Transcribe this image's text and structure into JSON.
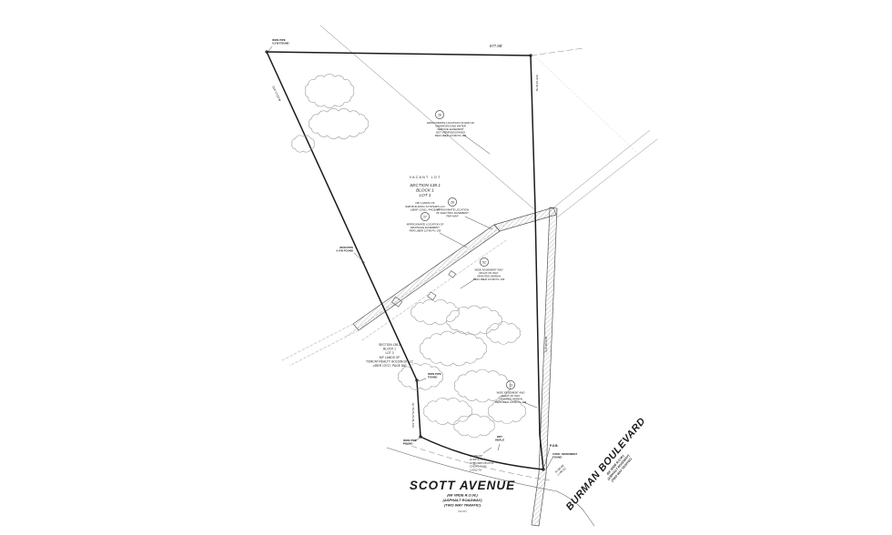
{
  "roads": {
    "scott": {
      "name": "SCOTT AVENUE",
      "row": "(66' WIDE R.O.W.)",
      "surface": "(ASPHALT ROADWAY)",
      "traffic": "(TWO WAY TRAFFIC)",
      "dim": "(50.00')"
    },
    "burman": {
      "name": "BURMAN BOULEVARD",
      "subs": [
        "(66' WIDE R.O.W.)",
        "(ASPHALT ROADWAY)",
        "(TWO WAY TRAFFIC)"
      ]
    }
  },
  "parcels": {
    "lot1": {
      "status": "VACANT LOT",
      "lines": [
        "SECTION 138.1",
        "BLOCK 1",
        "LOT 1"
      ],
      "owner": [
        "N/F LANDS OF",
        "S&B BUILDING SYSTEMS LLC",
        "LIBER 12911, PAGE 87"
      ]
    },
    "lot3": {
      "lines": [
        "SECTION 138.2",
        "BLOCK 1",
        "LOT 3",
        "N/F LANDS OF",
        "TOMCAT REALTY HOLDINGS LLC",
        "LIBER 13717, PAGE 840"
      ]
    }
  },
  "callouts": {
    "c26": {
      "num": "26",
      "lines": [
        "APPROXIMATE LOCATION OF END OF",
        "UNDERGROUND WATER",
        "SERVICE EASEMENT",
        "NOT VERIFIED/STAKED",
        "PER LIBER 12748 PG 139"
      ]
    },
    "c28": {
      "num": "28",
      "lines": [
        "APPROXIMATE LOCATION",
        "OF ELECTRIC EASEMENT",
        "PER MAP"
      ]
    },
    "c27": {
      "num": "27",
      "lines": [
        "APPROXIMATE LOCATION OF",
        "DRAINAGE EASEMENT",
        "PER LIBER 12748 PG 139"
      ]
    },
    "c52": {
      "num": "52",
      "lines": [
        "WIDE EASEMENT AND",
        "RIGHT-OF-WAY",
        "GRANTED HEREIN",
        "PER LIBER 12748 PG 139"
      ]
    },
    "c13": {
      "num": "13",
      "lines": [
        "WIDE EASEMENT AND",
        "RIGHT-OF-WAY",
        "GRANTED HEREIN",
        "PER LIBER 12748 PG 139"
      ]
    }
  },
  "curves": {
    "main": [
      "R=230.00'",
      "Δ=65°47'47\"",
      "CHB=S86°25'23\"W",
      "CHD=240.20'",
      "L=252.70'"
    ],
    "corner": [
      "R=50.00'",
      "L=80.21'"
    ]
  },
  "markers": {
    "pipe_nw": [
      "IRON PIPE",
      "0.3'W FOUND"
    ],
    "pipe_w": [
      "IRON PIPE",
      "0.4'W FOUND"
    ],
    "pipe_sw1": [
      "IRON PIPE",
      "FOUND"
    ],
    "pipe_sw2": [
      "IRON PIPE",
      "FOUND"
    ],
    "pob": "P.O.B.",
    "monument": [
      "CONC. MONUMENT",
      "FOUND"
    ],
    "swale": [
      "DRY",
      "SWALE"
    ]
  },
  "dimensions": {
    "top": "677.88'",
    "east_bearing": "S05°18'40\"W",
    "west_bearing": "S24°17'30\"W",
    "sw_bearing": "S01°50'10\"W  81.75'",
    "burman_bearing": "N03°36'40\"E"
  }
}
